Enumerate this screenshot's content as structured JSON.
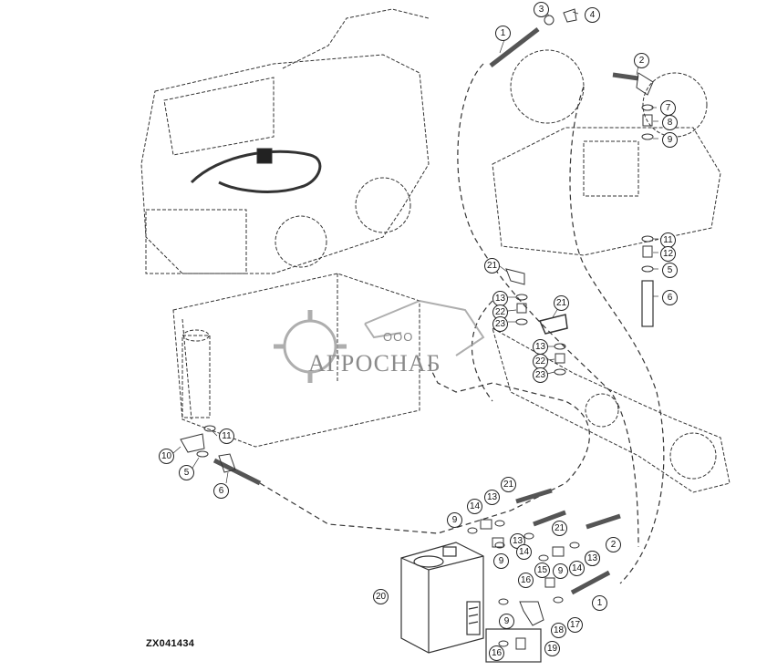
{
  "drawing_id": "ZX041434",
  "watermark": {
    "prefix": "ООО",
    "brand": "АГРОСНАБ"
  },
  "callouts": [
    {
      "n": "1"
    },
    {
      "n": "3"
    },
    {
      "n": "4"
    },
    {
      "n": "2"
    },
    {
      "n": "7"
    },
    {
      "n": "8"
    },
    {
      "n": "9"
    },
    {
      "n": "11"
    },
    {
      "n": "12"
    },
    {
      "n": "5"
    },
    {
      "n": "6"
    },
    {
      "n": "21"
    },
    {
      "n": "13"
    },
    {
      "n": "22"
    },
    {
      "n": "23"
    },
    {
      "n": "21"
    },
    {
      "n": "13"
    },
    {
      "n": "22"
    },
    {
      "n": "23"
    },
    {
      "n": "11"
    },
    {
      "n": "10"
    },
    {
      "n": "5"
    },
    {
      "n": "6"
    },
    {
      "n": "21"
    },
    {
      "n": "14"
    },
    {
      "n": "13"
    },
    {
      "n": "9"
    },
    {
      "n": "13"
    },
    {
      "n": "21"
    },
    {
      "n": "2"
    },
    {
      "n": "13"
    },
    {
      "n": "14"
    },
    {
      "n": "9"
    },
    {
      "n": "15"
    },
    {
      "n": "9"
    },
    {
      "n": "13"
    },
    {
      "n": "14"
    },
    {
      "n": "16"
    },
    {
      "n": "20"
    },
    {
      "n": "9"
    },
    {
      "n": "1"
    },
    {
      "n": "18"
    },
    {
      "n": "17"
    },
    {
      "n": "16"
    },
    {
      "n": "19"
    }
  ]
}
